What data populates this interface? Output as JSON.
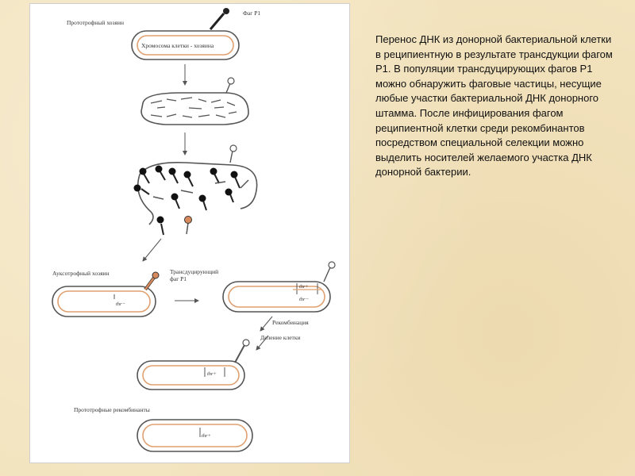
{
  "caption": "Перенос ДНК из донорной бактериальной клетки в реципиентную в результате трансдукции фагом Р1. В популяции трансдуцирующих фагов Р1 можно обнаружить фаговые частицы, несущие любые участки бактериальной ДНК донорного штамма. После инфицирования фагом реципиентной клетки среди рекомбинантов посредством специальной селекции можно выделить носителей желаемого участка ДНК донорной бактерии.",
  "figure": {
    "label_prototroph_host": "Прототрофный хозяин",
    "label_phage_p1": "Фаг Р1",
    "label_host_chromosome": "Хромосома клетки - хозяина",
    "label_auxotroph_host": "Ауксотрофный хозяин",
    "label_transducing_phage_line1": "Трансдуцирующий",
    "label_transducing_phage_line2": "фаг Р1",
    "label_recombination": "Рекомбинация",
    "label_cell_division": "Деление клетки",
    "label_prototroph_recombinants": "Прототрофные  рекомбинанты",
    "gene_label": "thr+",
    "gene_label_minus": "thr−"
  },
  "colors": {
    "background": "#f3e4bf",
    "panel": "#ffffff",
    "ink": "#333333",
    "dna_orange": "#e0a070",
    "transducing_phage": "#d98a5c"
  }
}
